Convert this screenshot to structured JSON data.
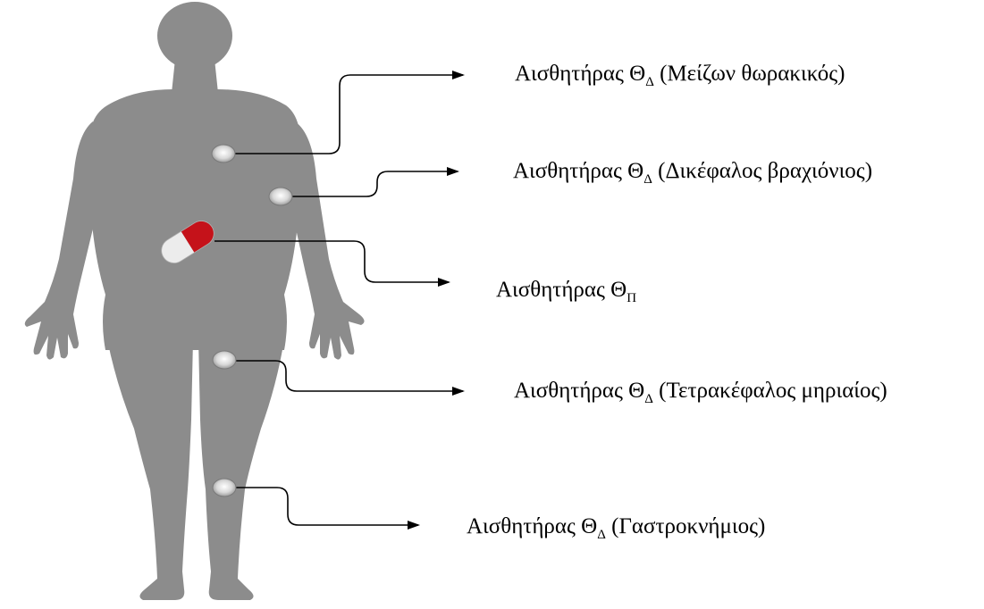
{
  "colors": {
    "body_fill": "#8c8c8c",
    "sensor_fill": "#dcdcdc",
    "capsule_red": "#c5121a",
    "capsule_white": "#ececec",
    "line_color": "#000000"
  },
  "sensors": [
    {
      "prefix": "Αισθητήρας Θ",
      "sub": "Δ",
      "suffix": " (Μείζων θωρακικός)",
      "icon": "surface-sensor-icon"
    },
    {
      "prefix": "Αισθητήρας Θ",
      "sub": "Δ",
      "suffix": " (Δικέφαλος βραχιόνιος)",
      "icon": "surface-sensor-icon"
    },
    {
      "prefix": "Αισθητήρας Θ",
      "sub": "Π",
      "suffix": "",
      "icon": "ingestible-capsule-icon"
    },
    {
      "prefix": "Αισθητήρας Θ",
      "sub": "Δ",
      "suffix": " (Τετρακέφαλος μηριαίος)",
      "icon": "surface-sensor-icon"
    },
    {
      "prefix": "Αισθητήρας Θ",
      "sub": "Δ",
      "suffix": " (Γαστροκνήμιος)",
      "icon": "surface-sensor-icon"
    }
  ]
}
